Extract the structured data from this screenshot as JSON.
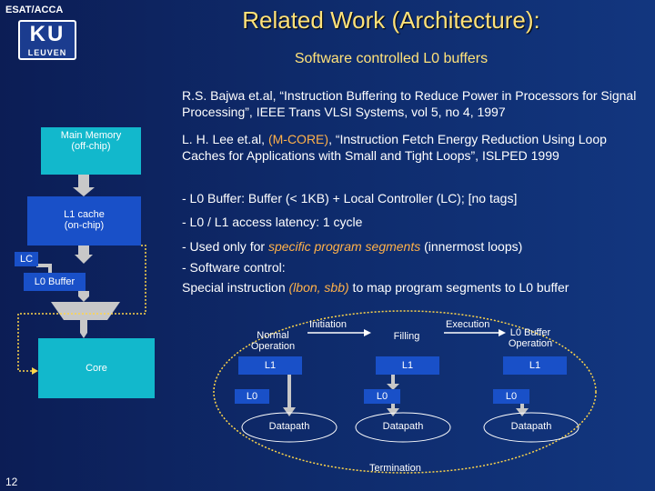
{
  "header": {
    "org_label": "ESAT/ACCA",
    "logo_ku": "KU",
    "logo_leuven": "LEUVEN",
    "title": "Related Work (Architecture):",
    "subtitle": "Software controlled L0 buffers"
  },
  "references": [
    {
      "pre": "R.S. Bajwa et.al, “Instruction Buffering to Reduce Power in Processors for Signal Processing”, IEEE Trans VLSI Systems, vol 5, no 4, 1997"
    },
    {
      "pre": "L. H. Lee et.al, ",
      "highlight": "(M-CORE)",
      "post": ", “Instruction Fetch Energy Reduction Using Loop Caches for Applications with Small and Tight Loops”, ISLPED 1999"
    }
  ],
  "bullets": {
    "b1": "- L0 Buffer: Buffer (< 1KB) + Local Controller (LC); [no tags]",
    "b2": "- L0 / L1 access latency: 1 cycle",
    "b3_pre": "- Used only for ",
    "b3_ital": "specific program segments",
    "b3_post": " (innermost loops)",
    "b4": "- Software control:",
    "b5_pre": "Special instruction ",
    "b5_ital": "(lbon, sbb)",
    "b5_post": " to map program segments to L0 buffer"
  },
  "hierarchy": {
    "main_memory_line1": "Main Memory",
    "main_memory_line2": "(off-chip)",
    "l1_line1": "L1 cache",
    "l1_line2": "(on-chip)",
    "lc": "LC",
    "l0_buffer": "L0 Buffer",
    "core": "Core"
  },
  "states": {
    "normal_line1": "Normal",
    "normal_line2": "Operation",
    "filling": "Filling",
    "l0_operation_line1": "L0 Buffer",
    "l0_operation_line2": "Operation",
    "initiation": "Initiation",
    "execution": "Execution",
    "termination": "Termination",
    "l1": "L1",
    "l0": "L0",
    "datapath": "Datapath"
  },
  "page_number": "12",
  "colors": {
    "title": "#ffe27a",
    "highlight": "#ffb14a",
    "cyan_box": "#12b8cc",
    "blue_box": "#1950c8",
    "arrow_gray": "#c8c8c8"
  }
}
